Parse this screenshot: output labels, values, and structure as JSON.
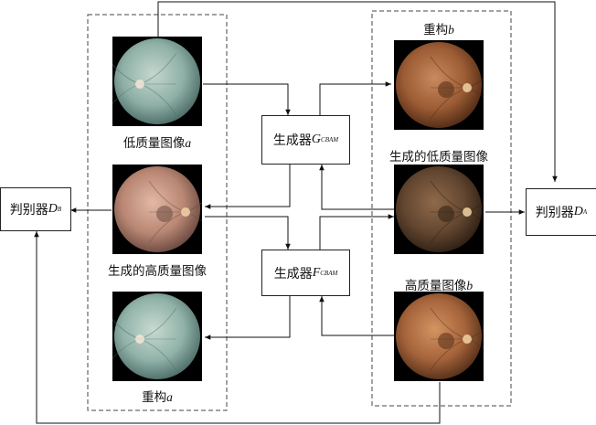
{
  "title": "",
  "labels": {
    "low_quality_a": "低质量图像",
    "low_quality_a_var": "a",
    "generated_high": "生成的高质量图像",
    "recon_a": "重构",
    "recon_a_var": "a",
    "recon_b": "重构",
    "recon_b_var": "b",
    "generated_low": "生成的低质量图像",
    "high_quality_b": "高质量图像",
    "high_quality_b_var": "b"
  },
  "blocks": {
    "gen_g": {
      "text": "生成器",
      "var": "G",
      "sub": "CBAM"
    },
    "gen_f": {
      "text": "生成器",
      "var": "F",
      "sub": "CBAM"
    },
    "disc_b": {
      "text": "判别器",
      "var": "D",
      "sub": "B"
    },
    "disc_a": {
      "text": "判别器",
      "var": "D",
      "sub": "A"
    }
  },
  "images": {
    "low_quality_a": {
      "tone": "teal",
      "colors": [
        "#c4d8cf",
        "#8fb0a6",
        "#4d6d68"
      ]
    },
    "generated_high": {
      "tone": "pink",
      "colors": [
        "#e2b8a6",
        "#b98774",
        "#6b4a40"
      ]
    },
    "recon_a": {
      "tone": "teal",
      "colors": [
        "#c7dbd1",
        "#91b2a8",
        "#4e6e69"
      ]
    },
    "recon_b": {
      "tone": "orange",
      "colors": [
        "#c98a5e",
        "#9c5c34",
        "#512b16"
      ]
    },
    "generated_low": {
      "tone": "dark",
      "colors": [
        "#8f6a4a",
        "#624630",
        "#2f2014"
      ]
    },
    "high_quality_b": {
      "tone": "orange",
      "colors": [
        "#d49462",
        "#a5633a",
        "#55301a"
      ]
    }
  }
}
